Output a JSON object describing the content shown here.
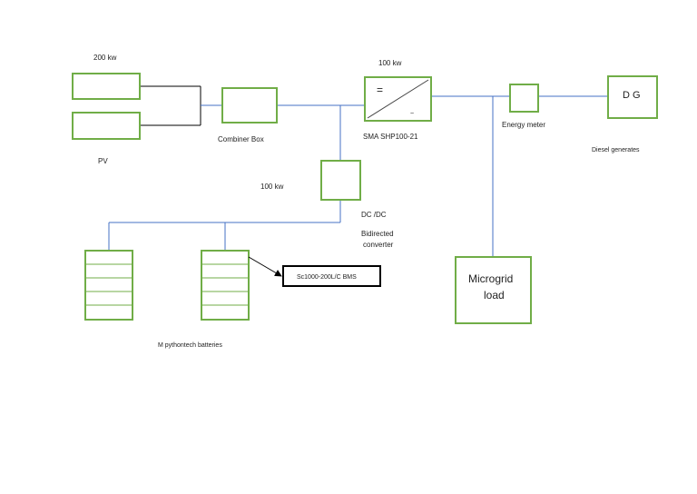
{
  "colors": {
    "box_border": "#70ad47",
    "wire_blue": "#4472c4",
    "wire_black": "#000000"
  },
  "labels": {
    "pv_rating": "200 kw",
    "pv": "PV",
    "combiner_box": "Combiner Box",
    "inverter_rating": "100 kw",
    "inverter_model": "SMA SHP100-21",
    "inverter_dc_symbol": "=",
    "inverter_ac_symbol": "~",
    "energy_meter": "Energy meter",
    "dg": "D G",
    "diesel_generator": "Diesel generates",
    "dcdc_rating": "100 kw",
    "dcdc_line1": "DC /DC",
    "dcdc_line2": "Bidirected",
    "dcdc_line3": "converter",
    "microgrid_line1": "Microgrid",
    "microgrid_line2": "load",
    "bms": "Sc1000-200L/C BMS",
    "batteries": "M pythontech batteries"
  }
}
